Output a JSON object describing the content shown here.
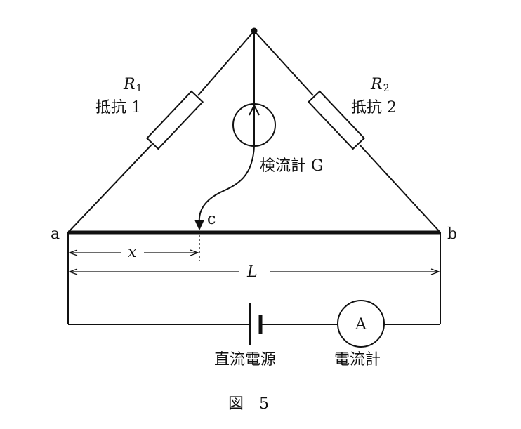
{
  "labels": {
    "r1_symbol": "R",
    "r1_sub": "1",
    "r1_name": "抵抗 1",
    "r2_symbol": "R",
    "r2_sub": "2",
    "r2_name": "抵抗 2",
    "galvanometer": "検流計 G",
    "point_a": "a",
    "point_b": "b",
    "point_c": "c",
    "distance_x": "x",
    "length_L": "L",
    "ammeter_symbol": "A",
    "dc_source": "直流電源",
    "ammeter": "電流計",
    "figure_caption": "図　5"
  }
}
